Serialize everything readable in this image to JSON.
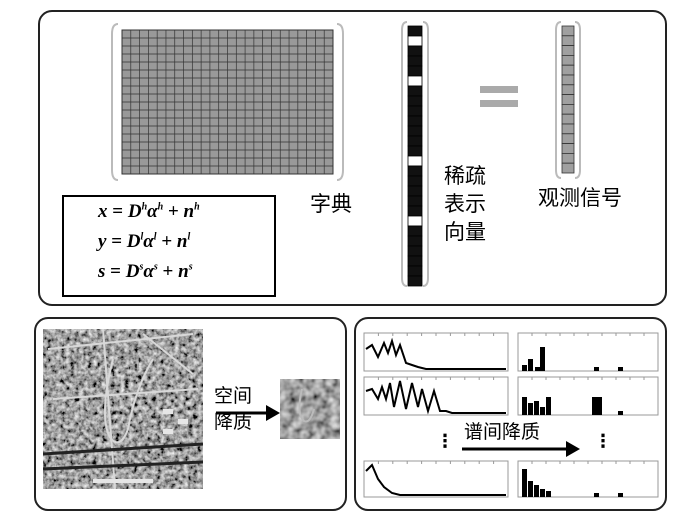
{
  "top": {
    "dictionary_label": "字典",
    "sparse_vector_label": [
      "稀疏",
      "表示",
      "向量"
    ],
    "observed_signal_label": "观测信号",
    "equations": [
      {
        "lhs": "x",
        "sup": "h"
      },
      {
        "lhs": "y",
        "sup": "l"
      },
      {
        "lhs": "s",
        "sup": "s"
      }
    ]
  },
  "bottom_left": {
    "degradation_label": [
      "空间",
      "降质"
    ]
  },
  "bottom_right": {
    "degradation_label": "谱间降质",
    "ellipsis": "⋮"
  },
  "colors": {
    "grid_fill": "#999999",
    "frame": "#222222",
    "bracket": "#bbbbbb"
  }
}
